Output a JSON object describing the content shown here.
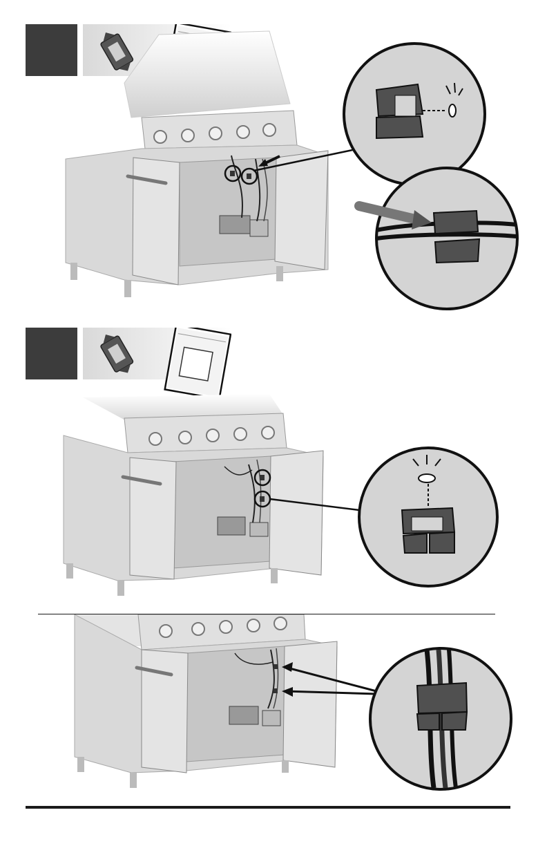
{
  "steps": [
    {
      "number": "",
      "parts": [
        "wire-clip-icon",
        "hardware-bag-icon"
      ],
      "detail_views": [
        "clip-open-detail",
        "wire-insert-detail"
      ],
      "callout_count": 2
    },
    {
      "number": "",
      "parts": [
        "wire-clip-icon",
        "hardware-bag-icon"
      ],
      "detail_views": [
        "clip-mount-detail"
      ],
      "callout_count": 2
    },
    {
      "number": "",
      "parts": [],
      "detail_views": [
        "bundled-wires-detail"
      ],
      "callout_count": 2
    }
  ],
  "colors": {
    "step_box": "#3c3c3c",
    "parts_bg": "#e6e6e6",
    "grill_fill": "#d9d9d9",
    "grill_dark": "#9a9a9a",
    "detail_bg": "#d4d4d4",
    "clip": "#505050",
    "rule": "#1a1a1a"
  }
}
